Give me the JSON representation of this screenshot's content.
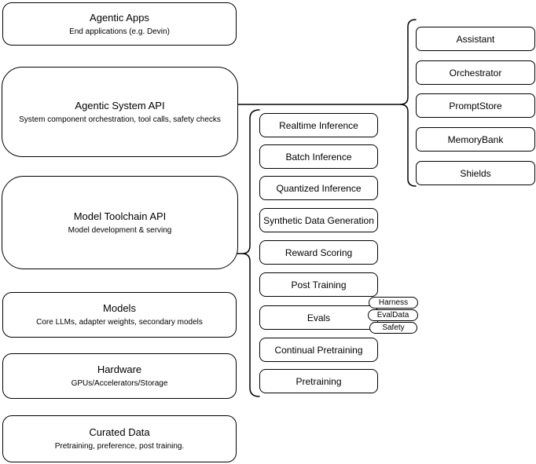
{
  "left_column": [
    {
      "title": "Agentic Apps",
      "subtitle": "End applications (e.g. Devin)"
    },
    {
      "title": "Agentic System API",
      "subtitle": "System component orchestration, tool calls, safety checks"
    },
    {
      "title": "Model Toolchain API",
      "subtitle": "Model development & serving"
    },
    {
      "title": "Models",
      "subtitle": "Core LLMs, adapter weights, secondary models"
    },
    {
      "title": "Hardware",
      "subtitle": "GPUs/Accelerators/Storage"
    },
    {
      "title": "Curated Data",
      "subtitle": "Pretraining, preference, post training."
    }
  ],
  "toolchain": {
    "items": [
      "Realtime Inference",
      "Batch Inference",
      "Quantized Inference",
      "Synthetic Data Generation",
      "Reward Scoring",
      "Post Training",
      "Evals",
      "Continual Pretraining",
      "Pretraining"
    ],
    "eval_tags": [
      "Harness",
      "EvalData",
      "Safety"
    ]
  },
  "system_components": [
    "Assistant",
    "Orchestrator",
    "PromptStore",
    "MemoryBank",
    "Shields"
  ],
  "colors": {
    "stroke": "#000000",
    "fill": "#ffffff",
    "text": "#000000"
  }
}
